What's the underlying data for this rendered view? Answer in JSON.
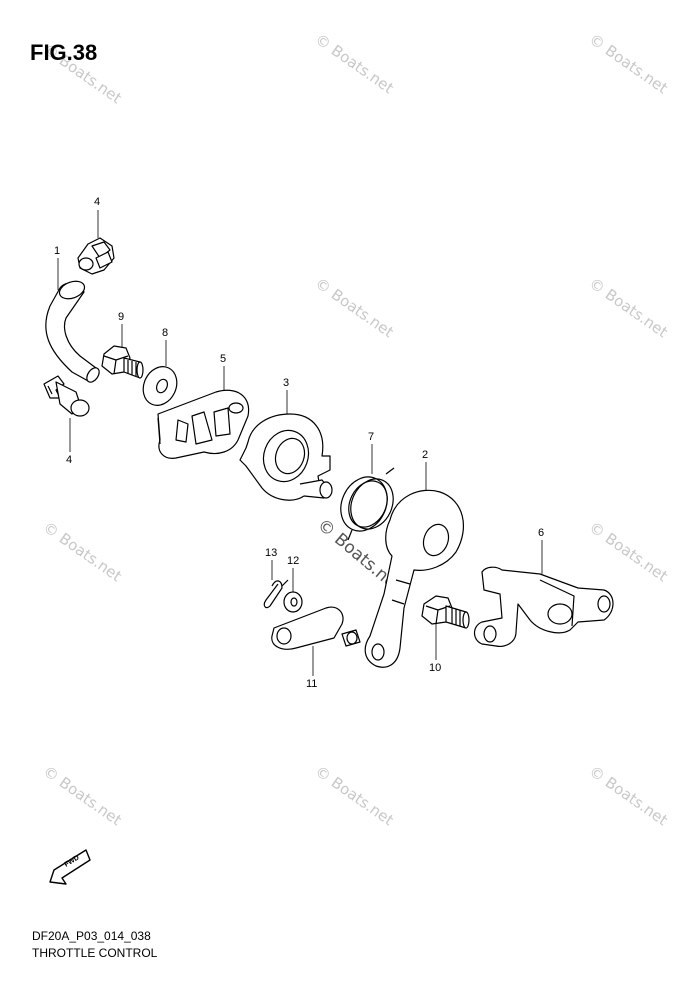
{
  "figure": {
    "title": "FIG.38"
  },
  "callouts": {
    "p1": "1",
    "p2": "2",
    "p3": "3",
    "p4a": "4",
    "p4b": "4",
    "p5": "5",
    "p6": "6",
    "p7": "7",
    "p8": "8",
    "p9": "9",
    "p10": "10",
    "p11": "11",
    "p12": "12",
    "p13": "13"
  },
  "watermark": {
    "text": "© Boats.net"
  },
  "fwd_label": "FWD",
  "footer": {
    "code": "DF20A_P03_014_038",
    "caption": "THROTTLE CONTROL"
  }
}
